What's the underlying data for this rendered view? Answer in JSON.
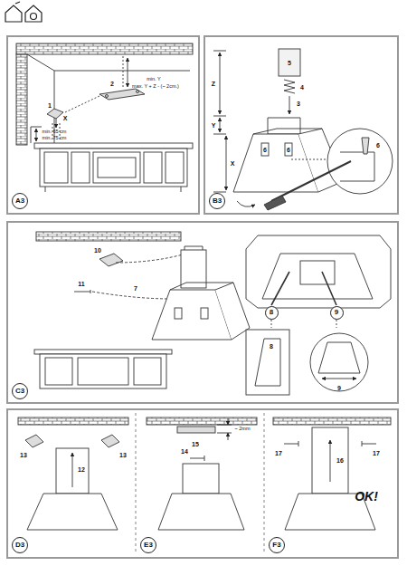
{
  "diagram": {
    "nodes": [
      {
        "text": [
          "A3"
        ]
      },
      {
        "text": [
          "B3"
        ]
      },
      {
        "text": [
          "C3"
        ]
      },
      {
        "text": [
          "D3"
        ]
      },
      {
        "text": [
          "E3"
        ]
      },
      {
        "text": [
          "F3"
        ]
      },
      {
        "text": [
          "8"
        ]
      },
      {
        "text": [
          "9"
        ]
      }
    ],
    "labels": [
      "1",
      "2",
      "min. Y",
      "max. Y + Z - (~ 2cm.)",
      "X",
      "min. 65 cm",
      "min. 75 cm",
      "5",
      "4",
      "3",
      "Z",
      "Y",
      "X",
      "6",
      "6",
      "6",
      "10",
      "11",
      "7",
      "8",
      "9",
      "12",
      "13",
      "13",
      "15",
      "~ 2mm",
      "14",
      "16",
      "17",
      "17",
      "OK!"
    ]
  }
}
